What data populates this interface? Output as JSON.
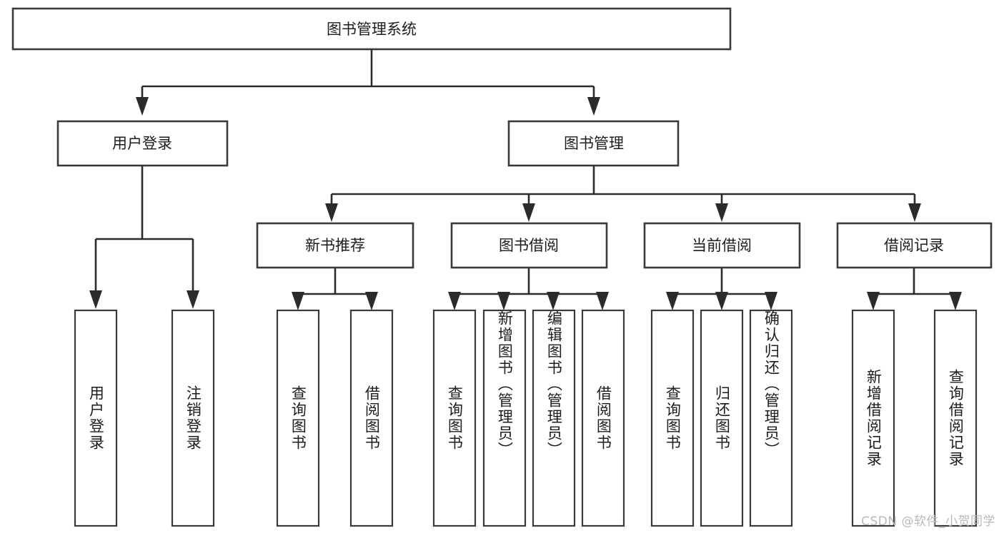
{
  "diagram": {
    "title": "图书管理系统",
    "type": "tree-hierarchy-flowchart",
    "orientation": "top-down",
    "theme": {
      "background": "#ffffff",
      "box_fill": "#ffffff",
      "box_stroke": "#3a3a3a",
      "connector_stroke": "#2b2b2b",
      "text_color": "#1c1c1c",
      "watermark_color": "#b9b9b9"
    },
    "root": {
      "id": "root",
      "label": "图书管理系统"
    },
    "level1": [
      {
        "id": "user-login",
        "label": "用户登录"
      },
      {
        "id": "book-management",
        "label": "图书管理"
      }
    ],
    "level2": [
      {
        "id": "new-book-recommend",
        "label": "新书推荐",
        "parent": "book-management"
      },
      {
        "id": "book-borrow",
        "label": "图书借阅",
        "parent": "book-management"
      },
      {
        "id": "current-borrow",
        "label": "当前借阅",
        "parent": "book-management"
      },
      {
        "id": "borrow-record",
        "label": "借阅记录",
        "parent": "book-management"
      }
    ],
    "leaves": {
      "user-login": [
        {
          "id": "leaf-user-login",
          "label": "用户登录"
        },
        {
          "id": "leaf-user-logout",
          "label": "注销登录"
        }
      ],
      "new-book-recommend": [
        {
          "id": "leaf-query-book-1",
          "label": "查询图书"
        },
        {
          "id": "leaf-borrow-book-1",
          "label": "借阅图书"
        }
      ],
      "book-borrow": [
        {
          "id": "leaf-query-book-2",
          "label": "查询图书"
        },
        {
          "id": "leaf-add-book",
          "label": "新增图书（管理员）"
        },
        {
          "id": "leaf-edit-book",
          "label": "编辑图书（管理员）"
        },
        {
          "id": "leaf-borrow-book-2",
          "label": "借阅图书"
        }
      ],
      "current-borrow": [
        {
          "id": "leaf-query-book-3",
          "label": "查询图书"
        },
        {
          "id": "leaf-return-book",
          "label": "归还图书"
        },
        {
          "id": "leaf-confirm-return",
          "label": "确认归还（管理员）"
        }
      ],
      "borrow-record": [
        {
          "id": "leaf-add-record",
          "label": "新增借阅记录"
        },
        {
          "id": "leaf-query-record",
          "label": "查询借阅记录"
        }
      ]
    }
  },
  "watermark": {
    "text": "CSDN @软件_小贺同学"
  }
}
